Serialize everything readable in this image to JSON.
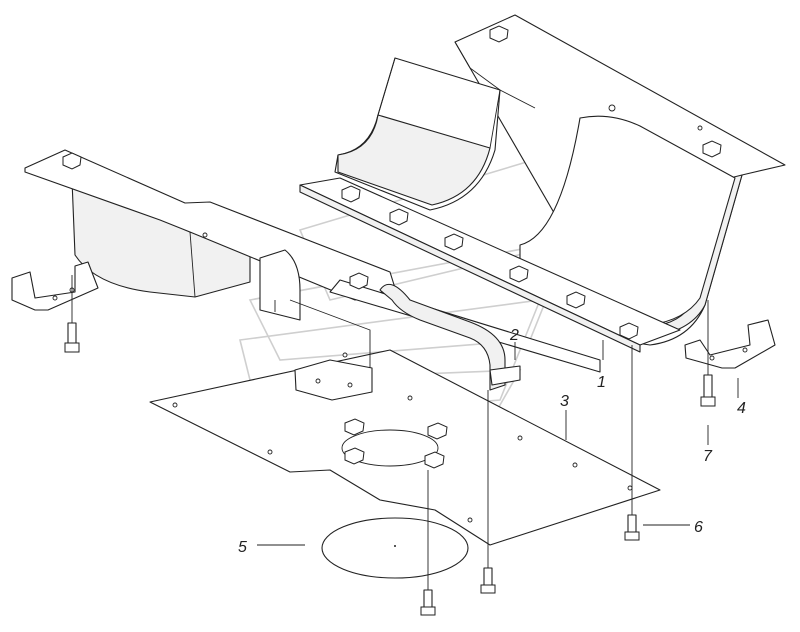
{
  "callouts": {
    "c1": "1",
    "c2": "2",
    "c3": "3",
    "c4": "4",
    "c5": "5",
    "c6": "6",
    "c7": "7"
  },
  "colors": {
    "line": "#222222",
    "background": "#ffffff",
    "watermark": "#cfcfcf"
  }
}
